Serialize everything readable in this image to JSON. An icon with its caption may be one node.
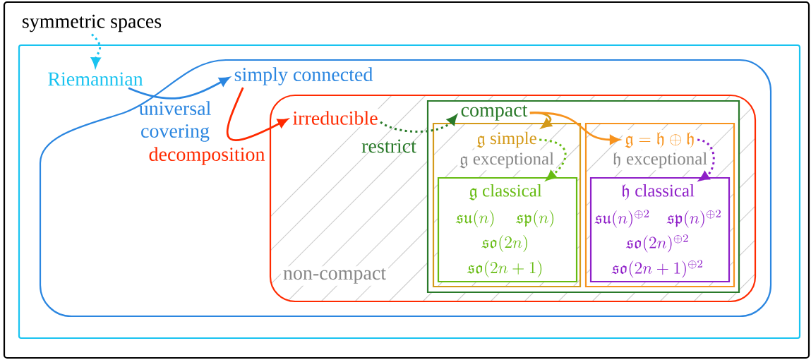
{
  "diagram": {
    "nodes": [
      {
        "text": [
          "symmetric spaces"
        ]
      },
      {
        "text": [
          "Riemannian"
        ]
      },
      {
        "text": [
          "simply connected"
        ]
      },
      {
        "text": [
          "irreducible"
        ]
      },
      {
        "text": [
          "compact"
        ]
      },
      {
        "text": [
          "\\mathfrak{g}\\ \\text{simple}"
        ]
      },
      {
        "text": [
          "\\mathfrak{g}\\ \\text{exceptional}"
        ]
      },
      {
        "text": [
          "\\mathfrak{g}\\ \\text{classical}"
        ]
      },
      {
        "text": [
          "\\mathfrak{g}=\\mathfrak{h}\\oplus\\mathfrak{h}"
        ]
      },
      {
        "text": [
          "\\mathfrak{h}\\ \\text{exceptional}"
        ]
      },
      {
        "text": [
          "\\mathfrak{h}\\ \\text{classical}"
        ]
      },
      {
        "text": [
          "non-compact"
        ]
      }
    ],
    "edges": [
      {
        "from": 0,
        "to": 1,
        "arrow": "to",
        "style": "dashed",
        "color": "#19c3f0"
      },
      {
        "from": 1,
        "to": 2,
        "arrow": "to",
        "label": "universal covering",
        "color": "#2b86e0"
      },
      {
        "from": 2,
        "to": 3,
        "arrow": "to",
        "label": "decomposition",
        "color": "#ff2a00"
      },
      {
        "from": 3,
        "to": 4,
        "arrow": "to",
        "label": "restrict",
        "style": "dashed",
        "color": "#2a7a2a"
      },
      {
        "from": 4,
        "to": 5,
        "arrow": "to",
        "color": "#d49a1a"
      },
      {
        "from": 4,
        "to": 8,
        "arrow": "to",
        "color": "#f7931e"
      },
      {
        "from": 5,
        "to": 7,
        "arrow": "to",
        "style": "dashed",
        "color": "#66bb11"
      },
      {
        "from": 8,
        "to": 10,
        "arrow": "to",
        "style": "dashed",
        "color": "#8e1ec8"
      }
    ],
    "labels": [
      "\\mathfrak{su}(n)",
      "\\mathfrak{sp}(n)",
      "\\mathfrak{su}(n)^{\\oplus 2}",
      "\\mathfrak{sp}(n)^{\\oplus 2}",
      "\\mathfrak{so}(2n)",
      "\\mathfrak{so}(2n)^{\\oplus 2}",
      "\\mathfrak{so}(2n+1)",
      "\\mathfrak{so}(2n+1)^{\\oplus 2}"
    ]
  }
}
